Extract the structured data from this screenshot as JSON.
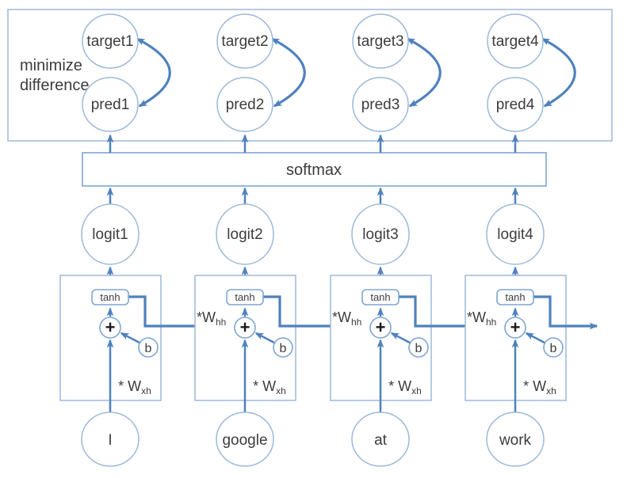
{
  "diagram": {
    "caption_line1": "minimize",
    "caption_line2": "difference",
    "softmax_label": "softmax",
    "tanh_label": "tanh",
    "plus_label": "+",
    "bias_label": "b",
    "weight_input": {
      "prefix": "* W",
      "sub": "xh"
    },
    "weight_hidden": {
      "prefix": "*W",
      "sub": "hh"
    },
    "columns": [
      {
        "target": "target1",
        "pred": "pred1",
        "logit": "logit1",
        "input": "I"
      },
      {
        "target": "target2",
        "pred": "pred2",
        "logit": "logit2",
        "input": "google"
      },
      {
        "target": "target3",
        "pred": "pred3",
        "logit": "logit3",
        "input": "at"
      },
      {
        "target": "target4",
        "pred": "pred4",
        "logit": "logit4",
        "input": "work"
      }
    ],
    "colors": {
      "arrow_blue": "#4f81bd",
      "shape_stroke_light": "#9db9da",
      "shape_stroke_medium": "#7ea6d4",
      "text": "#3d3d3d"
    }
  }
}
